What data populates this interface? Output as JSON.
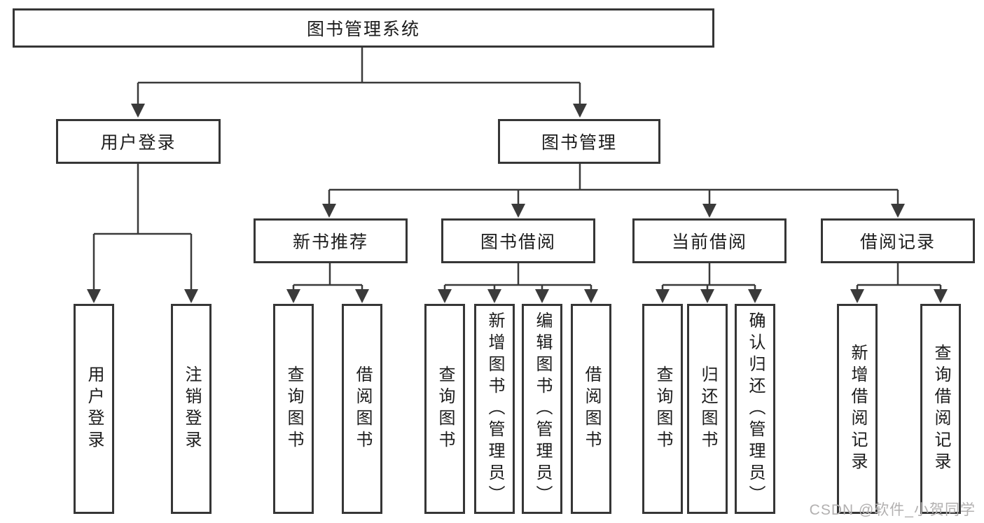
{
  "diagram": {
    "root": {
      "label": "图书管理系统"
    },
    "branches": [
      {
        "label": "用户登录",
        "children": [
          {
            "label": "用户登录"
          },
          {
            "label": "注销登录"
          }
        ]
      },
      {
        "label": "图书管理",
        "children": [
          {
            "label": "新书推荐",
            "children": [
              {
                "label": "查询图书"
              },
              {
                "label": "借阅图书"
              }
            ]
          },
          {
            "label": "图书借阅",
            "children": [
              {
                "label": "查询图书"
              },
              {
                "label": "新增图书（管理员）"
              },
              {
                "label": "编辑图书（管理员）"
              },
              {
                "label": "借阅图书"
              }
            ]
          },
          {
            "label": "当前借阅",
            "children": [
              {
                "label": "查询图书"
              },
              {
                "label": "归还图书"
              },
              {
                "label": "确认归还（管理员）"
              }
            ]
          },
          {
            "label": "借阅记录",
            "children": [
              {
                "label": "新增借阅记录"
              },
              {
                "label": "查询借阅记录"
              }
            ]
          }
        ]
      }
    ],
    "watermark": "CSDN @软件_小贺同学",
    "colors": {
      "line": "#3a3a3a",
      "box_border": "#363636",
      "box_background": "#ffffff",
      "text": "#1c1c1c",
      "watermark": "#b2b0b0"
    }
  }
}
